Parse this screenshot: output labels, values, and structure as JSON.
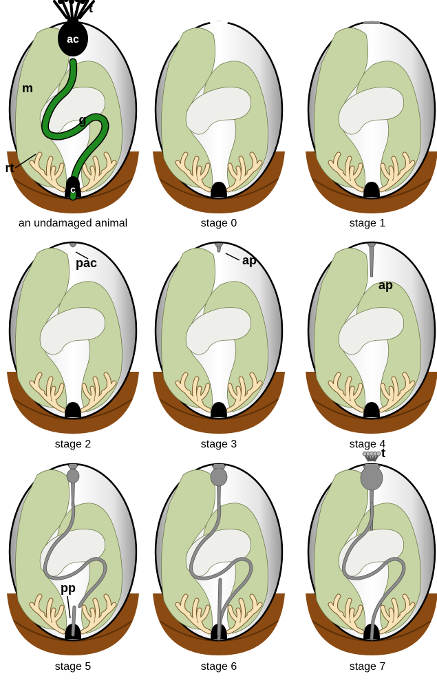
{
  "panels": [
    {
      "caption": "an undamaged animal",
      "stage": -1,
      "labels": {
        "tentacles": "t",
        "cap": "ac",
        "mantle": "m",
        "gut": "g",
        "root": "rt",
        "foot": "c"
      }
    },
    {
      "caption": "stage 0",
      "stage": 0,
      "labels": {}
    },
    {
      "caption": "stage 1",
      "stage": 1,
      "labels": {}
    },
    {
      "caption": "stage 2",
      "stage": 2,
      "labels": {
        "primordium": "pac"
      }
    },
    {
      "caption": "stage 3",
      "stage": 3,
      "labels": {
        "primordium": "ap"
      }
    },
    {
      "caption": "stage 4",
      "stage": 4,
      "labels": {
        "primordium": "ap"
      }
    },
    {
      "caption": "stage 5",
      "stage": 5,
      "labels": {
        "posterior": "pp"
      }
    },
    {
      "caption": "stage 6",
      "stage": 6,
      "labels": {}
    },
    {
      "caption": "stage 7",
      "stage": 7,
      "labels": {
        "tentacles": "t"
      }
    }
  ],
  "colors": {
    "sediment": "#8a4a12",
    "sediment_dark": "#5e3008",
    "body_outline": "#000000",
    "body_inner": "#ffffff",
    "mantle": "#c7d4a3",
    "gut_intact": "#1f8a1f",
    "gut_regen": "#8c8c8c",
    "cap_intact": "#000000",
    "roots": "#f8e2b8",
    "roots_outline": "#7a5a2a"
  }
}
